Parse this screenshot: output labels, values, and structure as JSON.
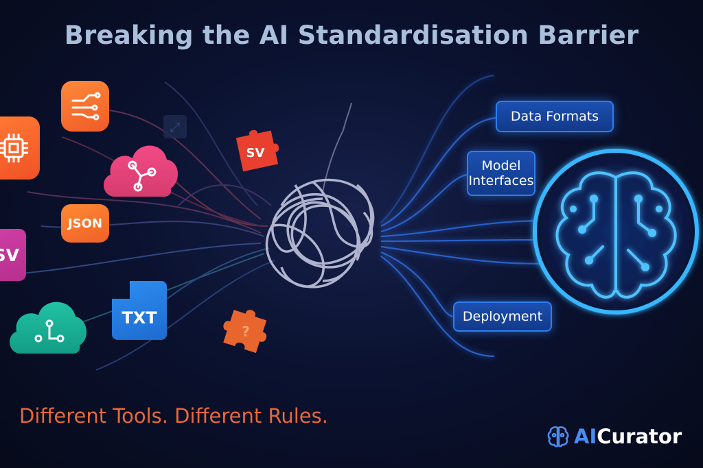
{
  "title": "Breaking the AI Standardisation Barrier",
  "tagline": "Different Tools. Different Rules.",
  "left_items": {
    "json_tag": "JSON",
    "csv_tag": "SV",
    "txt_tag": "TXT",
    "puzzle_tag": "SV",
    "puzzle_orange_glyph": "?"
  },
  "right_labels": {
    "data_formats": "Data Formats",
    "model_interfaces": "Model Interfaces",
    "deployment": "Deployment"
  },
  "brand": {
    "prefix": "AI",
    "suffix": "Curator"
  },
  "colors": {
    "background": "#070b1e",
    "title": "#a9bfdc",
    "tagline": "#e8683a",
    "accent_blue": "#2e7ef0",
    "brain_glow": "#39b6ff",
    "orange": "#f0642e",
    "pink": "#e8467a",
    "teal": "#1bb89a"
  },
  "icons": [
    "circuit-icon",
    "chip-icon",
    "cloud-network-icon",
    "cloud-link-icon",
    "puzzle-icon",
    "knot-icon",
    "brain-icon"
  ]
}
